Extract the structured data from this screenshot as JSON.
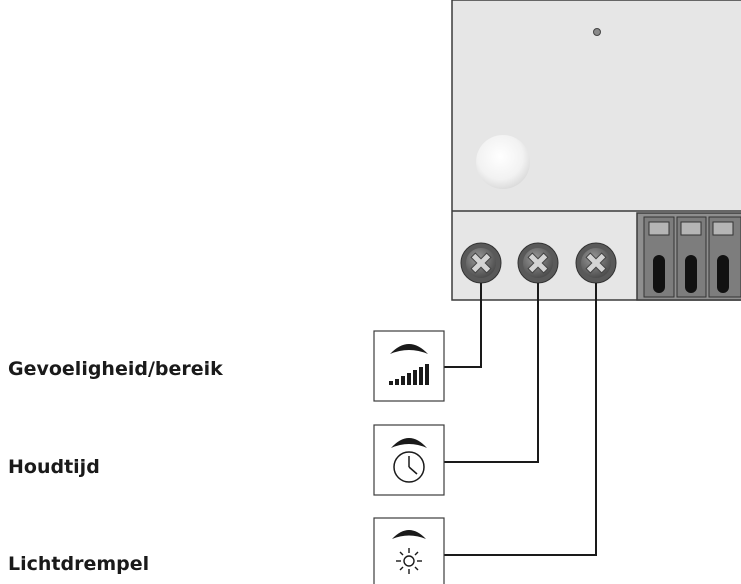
{
  "labels": {
    "sensitivity": "Gevoeligheid/bereik",
    "hold_time": "Houdtijd",
    "light_threshold": "Lichtdrempel"
  },
  "icons": {
    "sensitivity": "sensitivity-range-icon",
    "hold_time": "clock-icon",
    "light_threshold": "sun-icon"
  },
  "colors": {
    "device_body": "#e6e6e6",
    "device_outline": "#3c3c3c",
    "terminal_block": "#8a8a8a",
    "screw": "#6e6e6e",
    "wire": "#1a1a1a"
  }
}
